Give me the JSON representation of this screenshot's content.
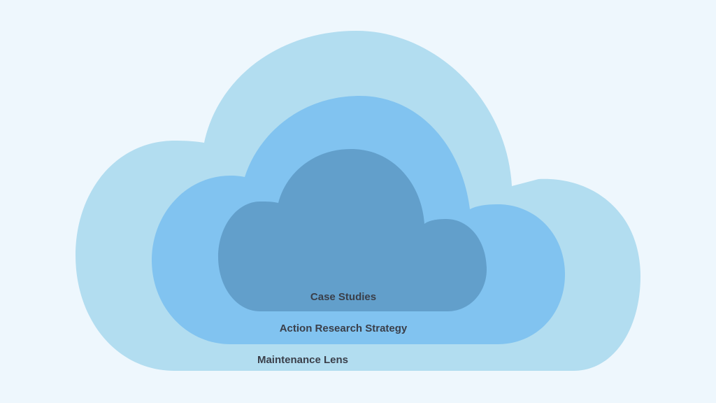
{
  "diagram": {
    "layers": [
      {
        "id": "outer",
        "label": "Maintenance Lens",
        "color": "#b2ddf0"
      },
      {
        "id": "middle",
        "label": "Action Research Strategy",
        "color": "#81c3f0"
      },
      {
        "id": "inner",
        "label": "Case Studies",
        "color": "#629fcb"
      }
    ]
  }
}
